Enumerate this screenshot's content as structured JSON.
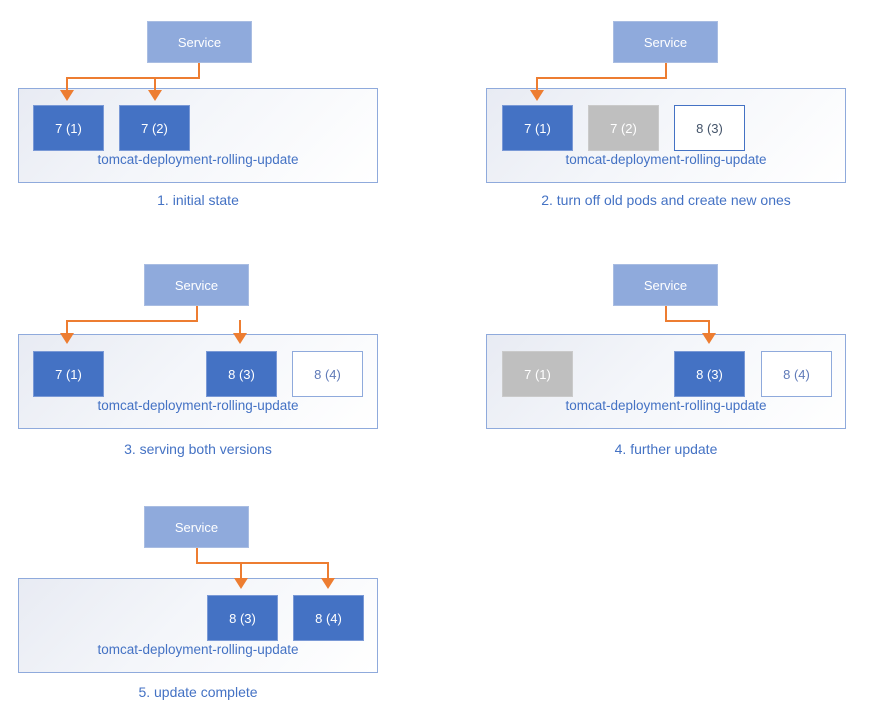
{
  "colors": {
    "service_fill": "#8faadc",
    "pod_active_fill": "#4472c4",
    "pod_stopped_fill": "#bfbfbf",
    "pod_new_fill": "#ffffff",
    "pod_new_border": "#8faadc",
    "arrow": "#ed7d31",
    "container_border": "#8faadc",
    "blue_text": "#4472c4"
  },
  "panels": [
    {
      "caption": "1. initial state",
      "service": "Service",
      "deployment": "tomcat-deployment-rolling-update",
      "pods": [
        {
          "label": "7 (1)",
          "state": "active"
        },
        {
          "label": "7 (2)",
          "state": "active"
        }
      ]
    },
    {
      "caption": "2. turn off old pods and create new ones",
      "service": "Service",
      "deployment": "tomcat-deployment-rolling-update",
      "pods": [
        {
          "label": "7 (1)",
          "state": "active"
        },
        {
          "label": "7 (2)",
          "state": "stopped"
        },
        {
          "label": "8 (3)",
          "state": "new"
        }
      ]
    },
    {
      "caption": "3. serving both versions",
      "service": "Service",
      "deployment": "tomcat-deployment-rolling-update",
      "pods": [
        {
          "label": "7 (1)",
          "state": "active"
        },
        {
          "label": "8 (3)",
          "state": "active"
        },
        {
          "label": "8 (4)",
          "state": "new"
        }
      ]
    },
    {
      "caption": "4. further update",
      "service": "Service",
      "deployment": "tomcat-deployment-rolling-update",
      "pods": [
        {
          "label": "7 (1)",
          "state": "stopped"
        },
        {
          "label": "8 (3)",
          "state": "active"
        },
        {
          "label": "8 (4)",
          "state": "new"
        }
      ]
    },
    {
      "caption": "5. update complete",
      "service": "Service",
      "deployment": "tomcat-deployment-rolling-update",
      "pods": [
        {
          "label": "8 (3)",
          "state": "active"
        },
        {
          "label": "8 (4)",
          "state": "active"
        }
      ]
    }
  ]
}
